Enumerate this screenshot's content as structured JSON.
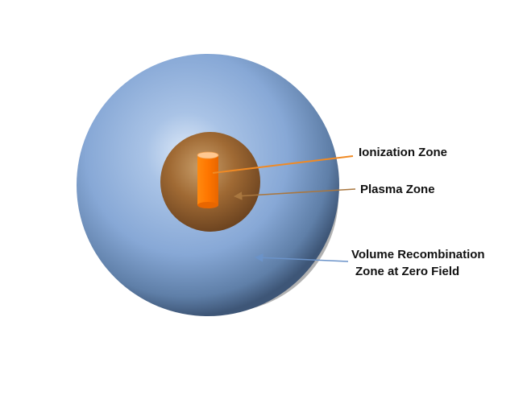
{
  "diagram": {
    "labels": {
      "ionization": "Ionization Zone",
      "plasma": "Plasma Zone",
      "volume_line1": "Volume Recombination",
      "volume_line2": "Zone at Zero Field"
    },
    "colors": {
      "outer_sphere": "#8aabd8",
      "outer_sphere_highlight": "#dce8f7",
      "outer_sphere_dark": "#3e5677",
      "shadow": "#9a9a9a",
      "plasma_disk": "#a06a34",
      "plasma_highlight": "#c79762",
      "plasma_dark": "#6d4420",
      "ionization_cylinder": "#ff7f00",
      "ionization_top": "#ffc891",
      "arrow_ionization": "#f08a24",
      "arrow_plasma": "#a9773f",
      "arrow_volume": "#6b93c9"
    }
  }
}
